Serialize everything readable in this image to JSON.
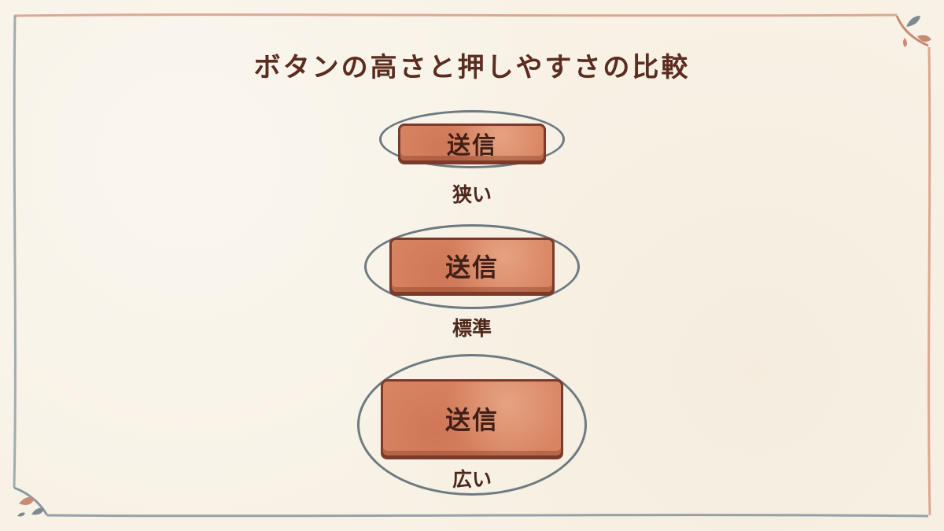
{
  "title": "ボタンの高さと押しやすさの比較",
  "buttons": [
    {
      "label": "送信",
      "caption": "狭い"
    },
    {
      "label": "送信",
      "caption": "標準"
    },
    {
      "label": "送信",
      "caption": "広い"
    }
  ],
  "colors": {
    "background": "#f8f2e6",
    "title_text": "#5b2c1f",
    "button_fill": "#d88462",
    "button_border": "#7b3a2a",
    "ring": "#6e7a82",
    "frame_warm": "#d79a82",
    "frame_cool": "#8b98a2"
  },
  "icons": {
    "top_right": "leaf-ornament-icon",
    "bottom_left": "leaf-ornament-icon"
  }
}
